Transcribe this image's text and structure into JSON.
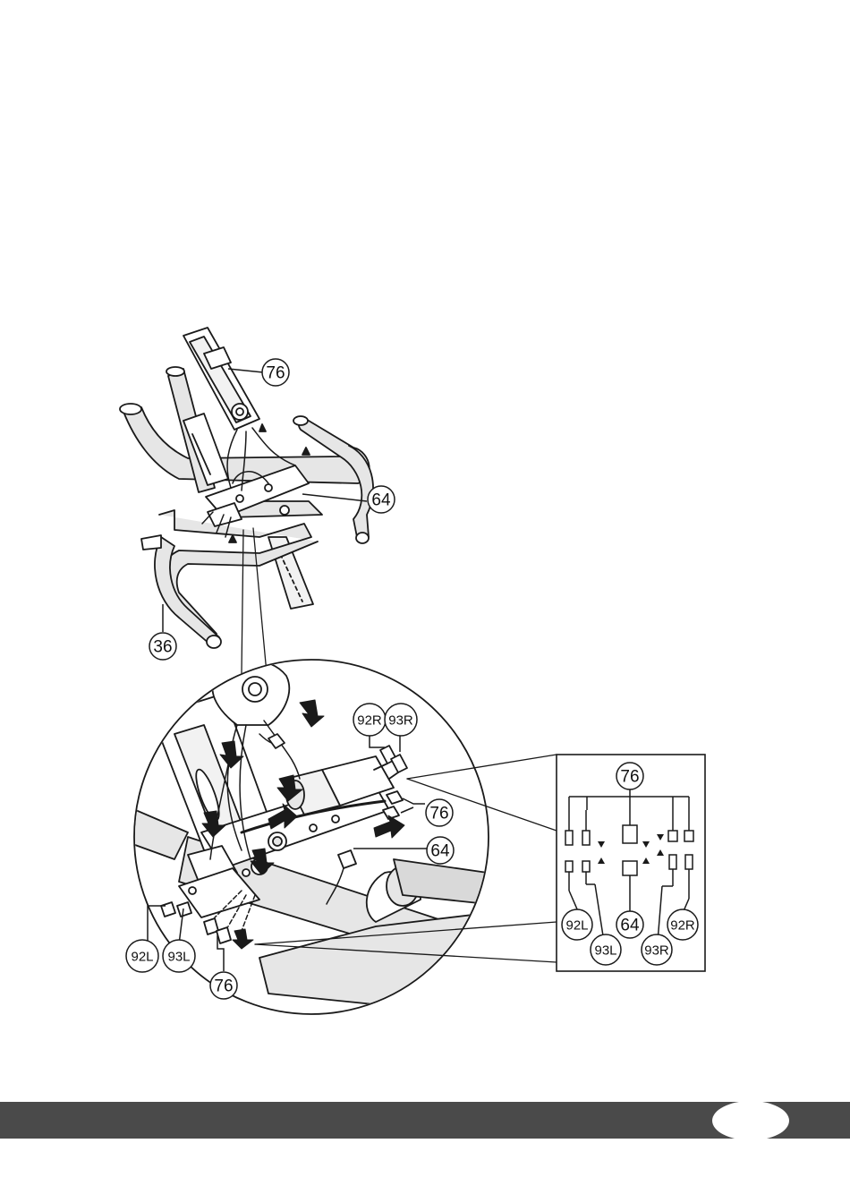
{
  "callouts": {
    "top_76": "76",
    "top_64": "64",
    "top_36": "36",
    "detail_92R": "92R",
    "detail_93R": "93R",
    "detail_76_right": "76",
    "detail_64": "64",
    "detail_92L": "92L",
    "detail_93L": "93L",
    "detail_76_bottom": "76",
    "inset_76": "76",
    "inset_92L": "92L",
    "inset_93L": "93L",
    "inset_64": "64",
    "inset_93R": "93R",
    "inset_92R": "92R"
  },
  "footer": {
    "page_number": ""
  },
  "colors": {
    "line": "#1a1a1a",
    "tube_fill": "#e6e6e6",
    "footer_bar": "#4a4a4a",
    "badge": "#ffffff"
  }
}
